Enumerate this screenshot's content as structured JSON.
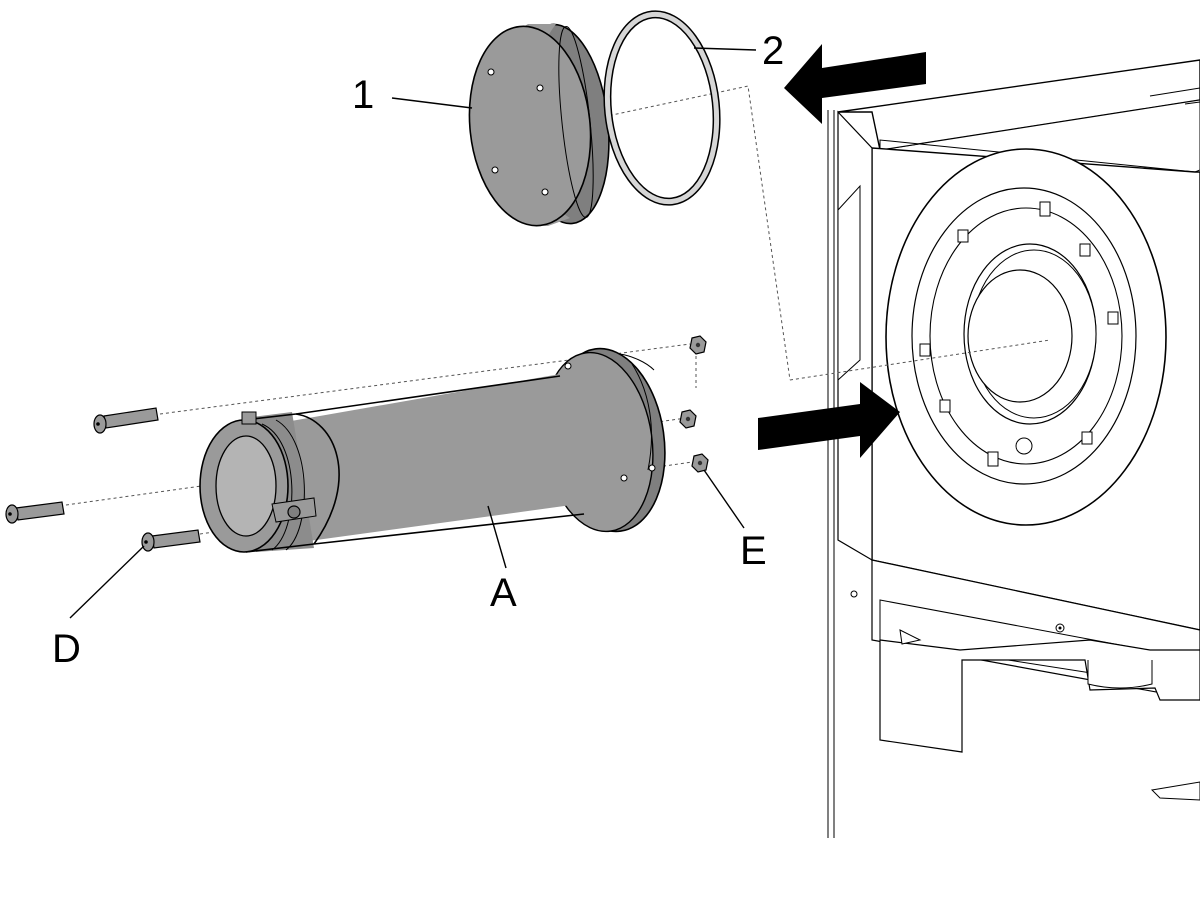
{
  "callouts": {
    "part_1": "1",
    "part_2": "2",
    "part_A": "A",
    "part_D": "D",
    "part_E": "E"
  },
  "colors": {
    "part_fill": "#9a9a9a",
    "part_dark": "#7f7f7f",
    "part_light": "#b4b4b4",
    "machine_fill": "#ffffff",
    "ring_fill": "#d6d6d6",
    "arrow": "#000000"
  }
}
